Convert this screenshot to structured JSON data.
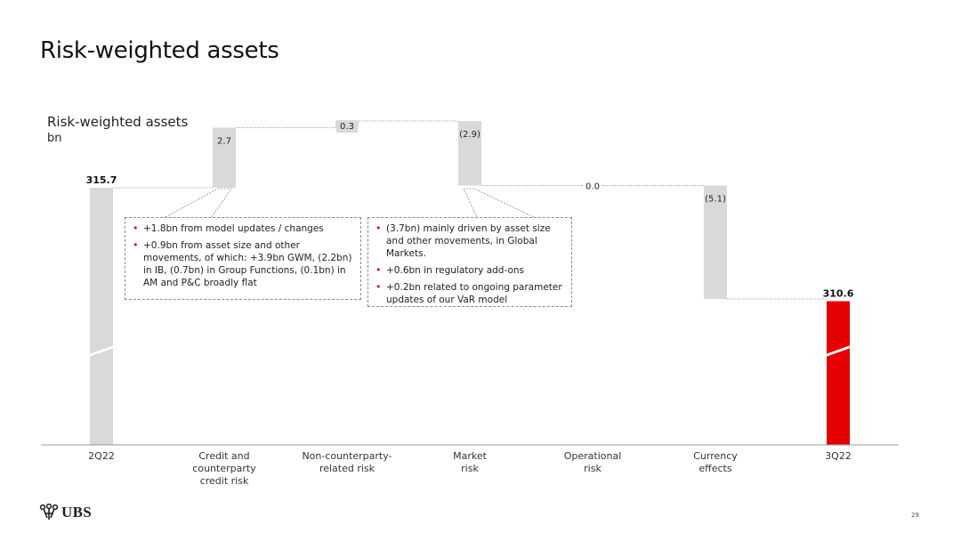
{
  "page": {
    "title": "Risk-weighted assets",
    "page_number": "29",
    "logo_text": "UBS"
  },
  "colors": {
    "start_bar": "#d9d9d9",
    "delta_bar": "#d9d9d9",
    "end_bar": "#e60000",
    "bullet": "#e60000"
  },
  "chart_data": {
    "type": "bar",
    "subtype": "waterfall",
    "title": "Risk-weighted assets",
    "unit": "bn",
    "categories": [
      "2Q22",
      "Credit and counterparty credit risk",
      "Non-counterparty-related risk",
      "Market risk",
      "Operational risk",
      "Currency effects",
      "3Q22"
    ],
    "category_lines": [
      [
        "2Q22"
      ],
      [
        "Credit and counterparty",
        "credit risk"
      ],
      [
        "Non-counterparty-",
        "related risk"
      ],
      [
        "Market",
        "risk"
      ],
      [
        "Operational",
        "risk"
      ],
      [
        "Currency",
        "effects"
      ],
      [
        "3Q22"
      ]
    ],
    "values": [
      315.7,
      2.7,
      0.3,
      -2.9,
      0.0,
      -5.1,
      310.6
    ],
    "bar_kinds": [
      "total",
      "delta",
      "delta",
      "delta",
      "delta",
      "delta",
      "total"
    ],
    "data_labels": [
      "315.7",
      "2.7",
      "0.3",
      "(2.9)",
      "0.0",
      "(5.1)",
      "310.6"
    ],
    "axis_break": true,
    "grid": false,
    "legend": "none"
  },
  "callouts": [
    {
      "items": [
        "+1.8bn from model updates / changes",
        "+0.9bn from asset size and other movements, of which: +3.9bn GWM, (2.2bn) in IB, (0.7bn) in Group Functions, (0.1bn) in AM and P&C broadly flat"
      ]
    },
    {
      "items": [
        "(3.7bn) mainly driven by asset size and other movements, in Global Markets.",
        "+0.6bn in regulatory add-ons",
        "+0.2bn related to ongoing parameter updates of our VaR model"
      ]
    }
  ]
}
